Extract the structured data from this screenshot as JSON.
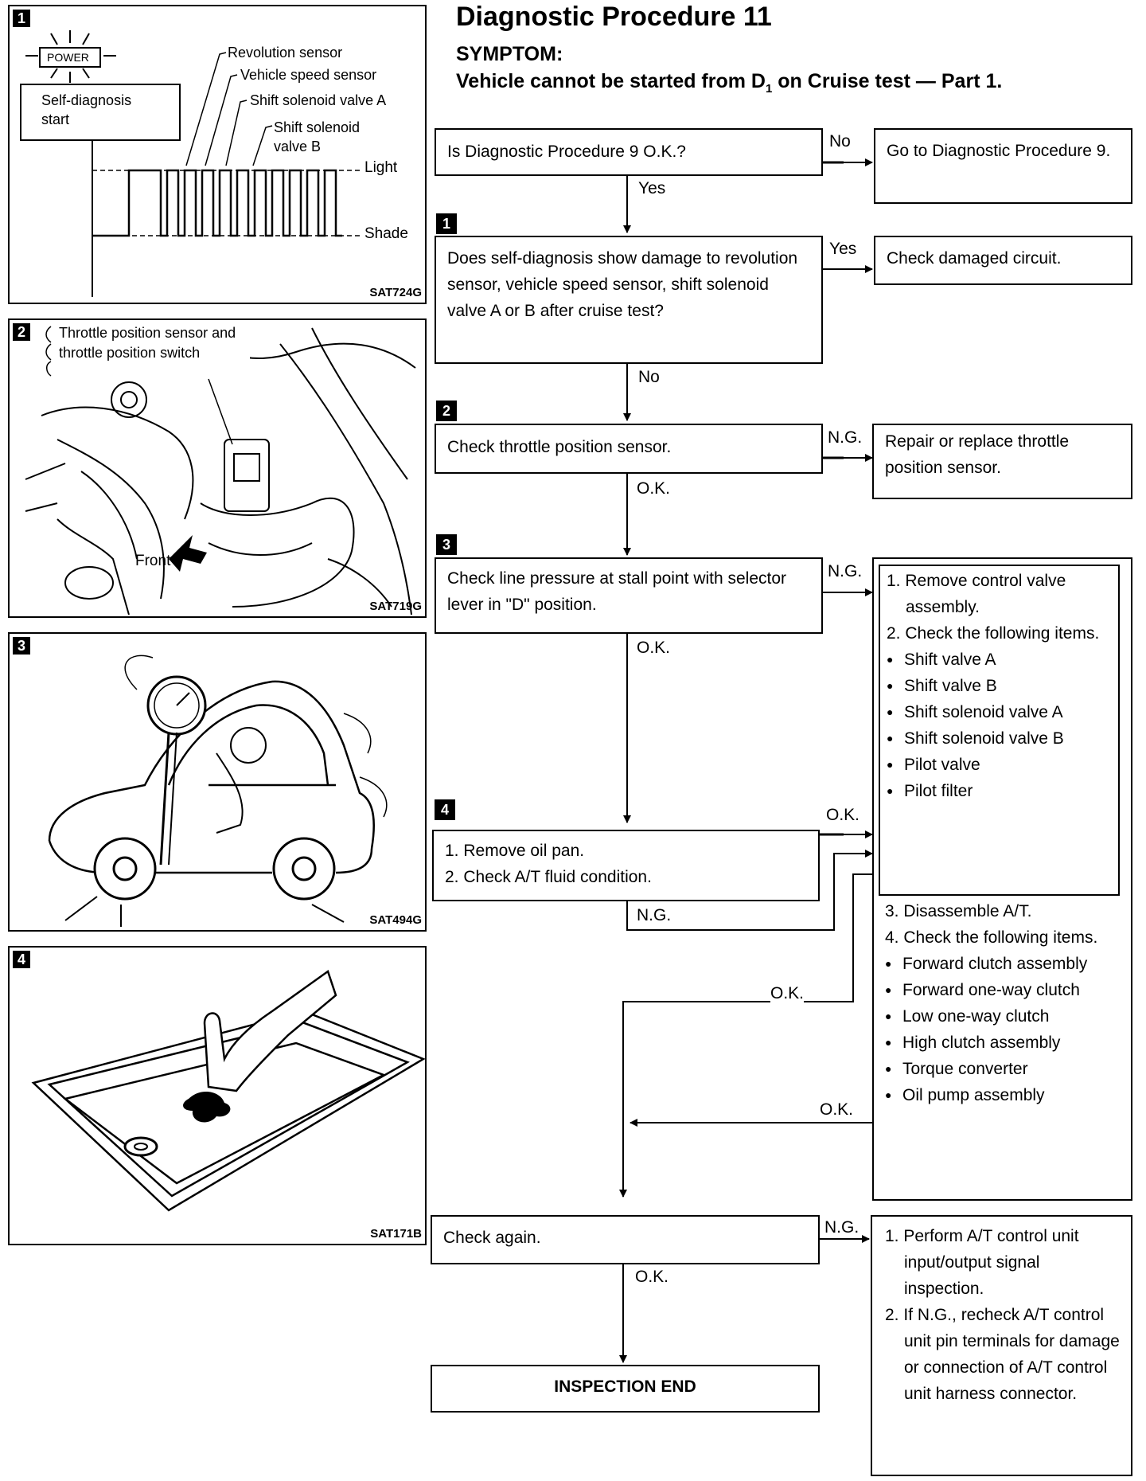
{
  "header": {
    "title": "Diagnostic Procedure 11",
    "symptom_label": "SYMPTOM:",
    "symptom_text_before_sub": "Vehicle cannot be started from D",
    "symptom_sub": "1",
    "symptom_text_after_sub": " on Cruise test — Part 1."
  },
  "figures": {
    "fig1": {
      "badge": "1",
      "power_label": "POWER",
      "self_diag_label": "Self-diagnosis start",
      "callouts": [
        "Revolution sensor",
        "Vehicle speed sensor",
        "Shift solenoid valve A",
        "Shift solenoid valve B"
      ],
      "light_label": "Light",
      "shade_label": "Shade",
      "code": "SAT724G"
    },
    "fig2": {
      "badge": "2",
      "callout": "Throttle position sensor and throttle position switch",
      "front_label": "Front",
      "code": "SAT719G"
    },
    "fig3": {
      "badge": "3",
      "code": "SAT494G"
    },
    "fig4": {
      "badge": "4",
      "code": "SAT171B"
    }
  },
  "flow": {
    "q0": "Is Diagnostic Procedure 9 O.K.?",
    "q0_no": "No",
    "q0_no_action": "Go to Diagnostic Procedure 9.",
    "q0_yes": "Yes",
    "step1_badge": "1",
    "q1": "Does self-diagnosis show damage to revolution sensor, vehicle speed sensor, shift solenoid valve A or B after cruise test?",
    "q1_yes": "Yes",
    "q1_yes_action": "Check damaged circuit.",
    "q1_no": "No",
    "step2_badge": "2",
    "q2": "Check throttle position sensor.",
    "q2_ng": "N.G.",
    "q2_ng_action": "Repair or replace throttle position sensor.",
    "q2_ok": "O.K.",
    "step3_badge": "3",
    "q3": "Check line pressure at stall point with selector lever in \"D\" position.",
    "q3_ng": "N.G.",
    "q3_ok": "O.K.",
    "action_list_inner": [
      {
        "type": "num",
        "text": "1. Remove control valve assembly."
      },
      {
        "type": "num",
        "text": "2. Check the following items."
      },
      {
        "type": "bullet",
        "text": "Shift valve A"
      },
      {
        "type": "bullet",
        "text": "Shift valve B"
      },
      {
        "type": "bullet",
        "text": "Shift solenoid valve A"
      },
      {
        "type": "bullet",
        "text": "Shift solenoid valve B"
      },
      {
        "type": "bullet",
        "text": "Pilot valve"
      },
      {
        "type": "bullet",
        "text": "Pilot filter"
      }
    ],
    "action_list_outer": [
      {
        "type": "num",
        "text": "3. Disassemble A/T."
      },
      {
        "type": "num",
        "text": "4. Check the following items."
      },
      {
        "type": "bullet",
        "text": "Forward clutch assembly"
      },
      {
        "type": "bullet",
        "text": "Forward one-way clutch"
      },
      {
        "type": "bullet",
        "text": "Low one-way clutch"
      },
      {
        "type": "bullet",
        "text": "High clutch assembly"
      },
      {
        "type": "bullet",
        "text": "Torque converter"
      },
      {
        "type": "bullet",
        "text": "Oil pump assembly"
      }
    ],
    "step4_badge": "4",
    "q4_lines": [
      "1. Remove oil pan.",
      "2. Check A/T fluid condition."
    ],
    "q4_ok": "O.K.",
    "q4_ng": "N.G.",
    "inner_ok": "O.K.",
    "outer_ok": "O.K.",
    "q5": "Check again.",
    "q5_ng": "N.G.",
    "q5_ok": "O.K.",
    "q5_ng_actions": [
      "1. Perform A/T control unit input/output signal inspection.",
      "2. If N.G., recheck A/T control unit pin terminals for damage or connection of A/T control unit harness connector."
    ],
    "end": "INSPECTION END"
  }
}
